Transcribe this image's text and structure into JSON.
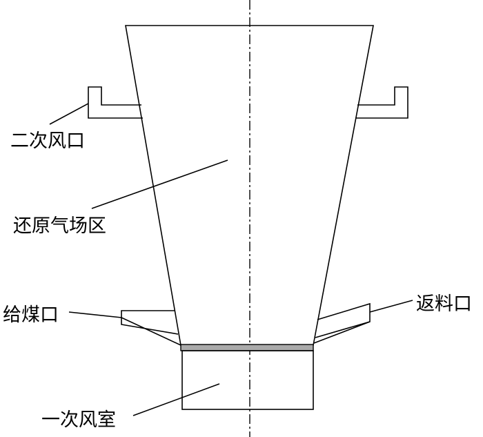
{
  "labels": {
    "secondary_air_port": "二次风口",
    "reducing_atmosphere_zone": "还原气场区",
    "coal_feed_port": "给煤口",
    "return_port": "返料口",
    "primary_air_chamber": "一次风室"
  }
}
